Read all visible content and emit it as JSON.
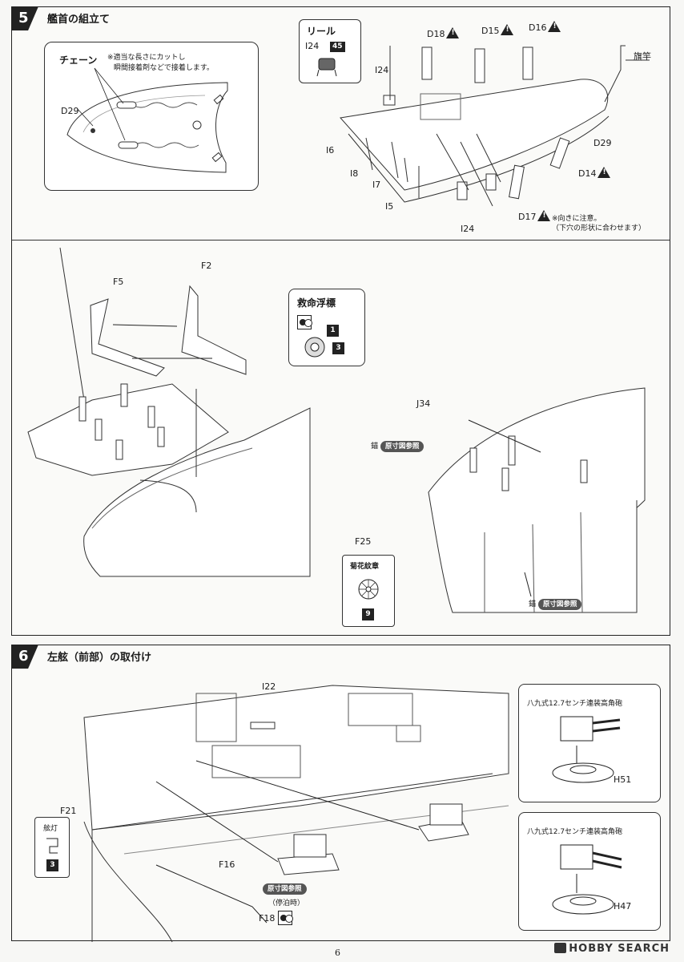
{
  "step5": {
    "number": "5",
    "title": "艦首の組立て",
    "chain_label": "チェーン",
    "chain_note_1": "※適当な長さにカットし",
    "chain_note_2": "瞬間接着剤などで接着します。",
    "reel_label": "リール",
    "reel_part": "I24",
    "reel_badge": "45",
    "parts": {
      "d29_left": "D29",
      "d29_right": "D29",
      "i24_top": "I24",
      "i24_bottom": "I24",
      "d18": "D18",
      "d15": "D15",
      "d16": "D16",
      "d14": "D14",
      "d17": "D17",
      "i6": "I6",
      "i8": "I8",
      "i7": "I7",
      "i5": "I5",
      "flagpole": "旗竿"
    },
    "d17_note_1": "※向きに注意。",
    "d17_note_2": "（下穴の形状に合わせます）",
    "lifebuoy_label": "救命浮標",
    "lifebuoy_decal_1": "1",
    "lifebuoy_decal_3": "3",
    "f5": "F5",
    "f2": "F2",
    "j34": "J34",
    "f25": "F25",
    "anchor_label_1": "錨",
    "anchor_ref_1": "原寸図参照",
    "anchor_label_2": "錨",
    "anchor_ref_2": "原寸図参照",
    "chrysanthemum_label": "菊花紋章",
    "chrysanthemum_decal": "9"
  },
  "step6": {
    "number": "6",
    "title": "左舷（前部）の取付け",
    "i22": "I22",
    "f21": "F21",
    "f16": "F16",
    "f18": "F18",
    "side_light_label": "舷灯",
    "side_light_decal": "3",
    "ref_pill": "原寸図参照",
    "moored_note": "（停泊時）",
    "gun_label_1": "八九式12.7センチ連装高角砲",
    "gun_part_1": "H51",
    "gun_label_2": "八九式12.7センチ連装高角砲",
    "gun_part_2": "H47"
  },
  "footer": {
    "page_number": "6",
    "watermark": "HOBBY SEARCH"
  }
}
